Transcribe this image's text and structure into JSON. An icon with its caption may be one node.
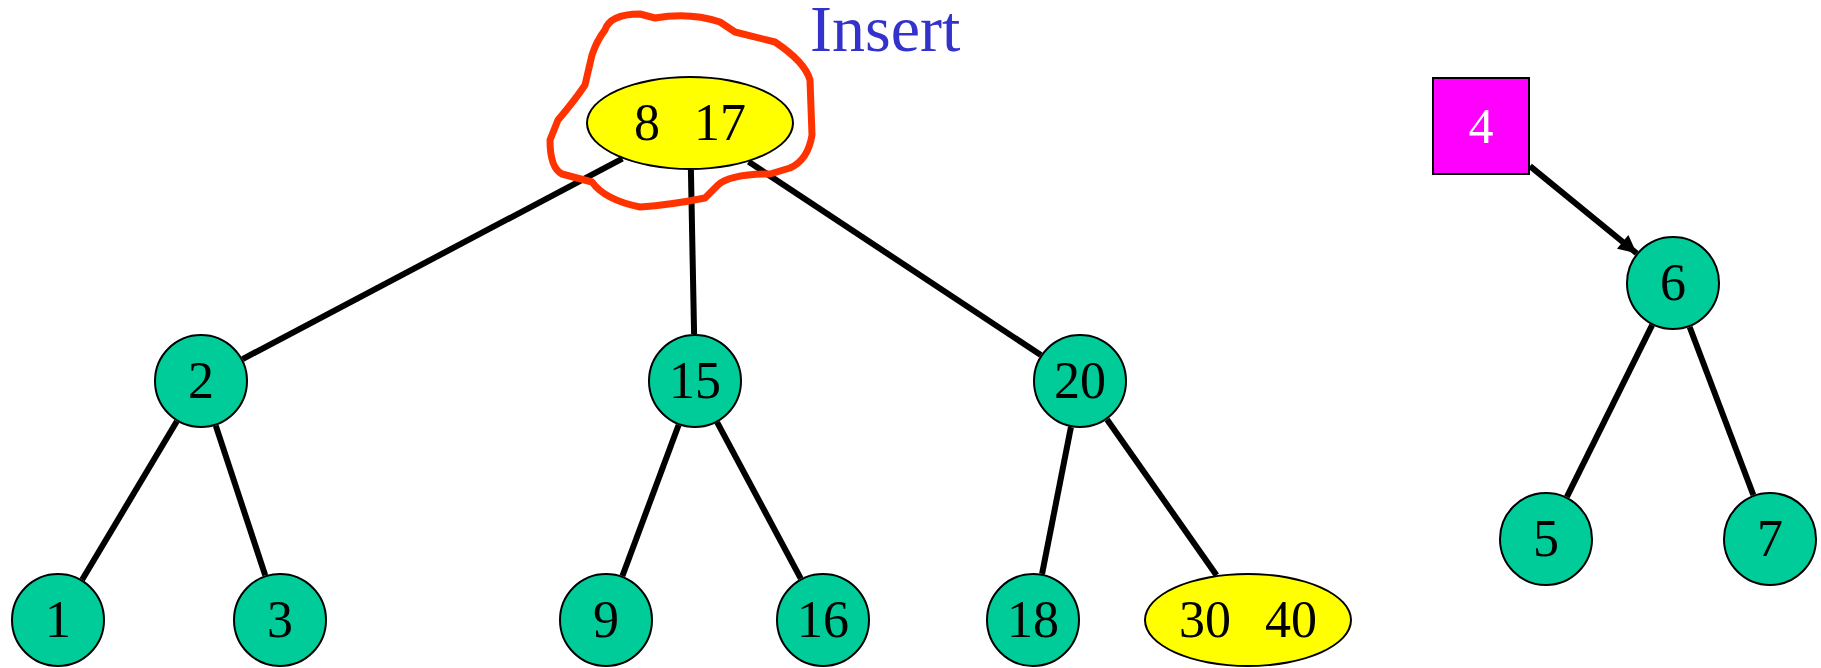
{
  "diagram": {
    "title": "Insert",
    "nodes": [
      {
        "text": [
          "8",
          "17"
        ]
      },
      {
        "text": [
          "2"
        ]
      },
      {
        "text": [
          "15"
        ]
      },
      {
        "text": [
          "20"
        ]
      },
      {
        "text": [
          "1"
        ]
      },
      {
        "text": [
          "3"
        ]
      },
      {
        "text": [
          "9"
        ]
      },
      {
        "text": [
          "16"
        ]
      },
      {
        "text": [
          "18"
        ]
      },
      {
        "text": [
          "30",
          "40"
        ]
      },
      {
        "text": [
          "4"
        ]
      },
      {
        "text": [
          "6"
        ]
      },
      {
        "text": [
          "5"
        ]
      },
      {
        "text": [
          "7"
        ]
      }
    ],
    "edges": [
      {
        "from": 0,
        "to": 1,
        "arrow": "none"
      },
      {
        "from": 0,
        "to": 2,
        "arrow": "none"
      },
      {
        "from": 0,
        "to": 3,
        "arrow": "none"
      },
      {
        "from": 1,
        "to": 4,
        "arrow": "none"
      },
      {
        "from": 1,
        "to": 5,
        "arrow": "none"
      },
      {
        "from": 2,
        "to": 6,
        "arrow": "none"
      },
      {
        "from": 2,
        "to": 7,
        "arrow": "none"
      },
      {
        "from": 3,
        "to": 8,
        "arrow": "none"
      },
      {
        "from": 3,
        "to": 9,
        "arrow": "none"
      },
      {
        "from": 10,
        "to": 11,
        "arrow": "to"
      },
      {
        "from": 11,
        "to": 12,
        "arrow": "none"
      },
      {
        "from": 11,
        "to": 13,
        "arrow": "none"
      }
    ]
  }
}
